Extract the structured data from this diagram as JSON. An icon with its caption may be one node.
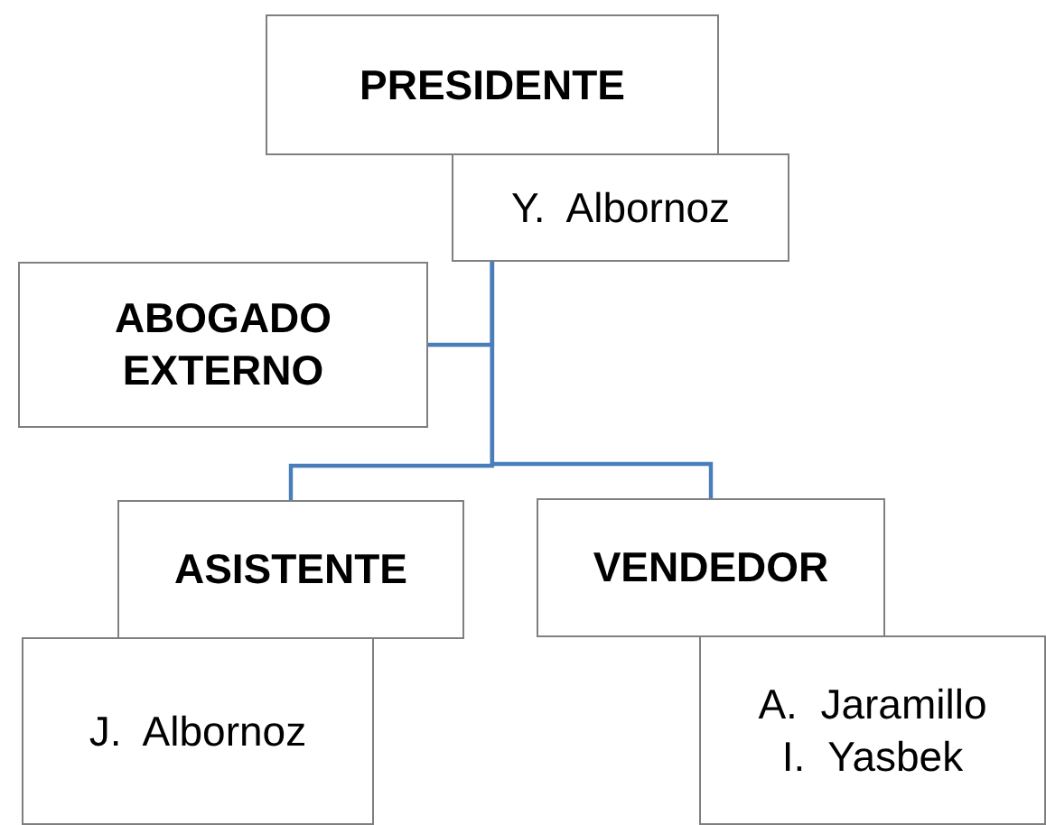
{
  "diagram": {
    "nodes": [
      {
        "text": [
          "PRESIDENTE"
        ]
      },
      {
        "text": [
          "Y.  Albornoz"
        ]
      },
      {
        "text": [
          "ABOGADO EXTERNO"
        ]
      },
      {
        "text": [
          "ASISTENTE"
        ]
      },
      {
        "text": [
          "J.  Albornoz"
        ]
      },
      {
        "text": [
          "VENDEDOR"
        ]
      },
      {
        "text": [
          "A.  Jaramillo",
          "I.  Yasbek"
        ]
      }
    ],
    "edges": [
      {
        "from": 1,
        "to": 2,
        "arrow": "none"
      },
      {
        "from": 1,
        "to": 3,
        "arrow": "none"
      },
      {
        "from": 1,
        "to": 5,
        "arrow": "none"
      }
    ]
  }
}
